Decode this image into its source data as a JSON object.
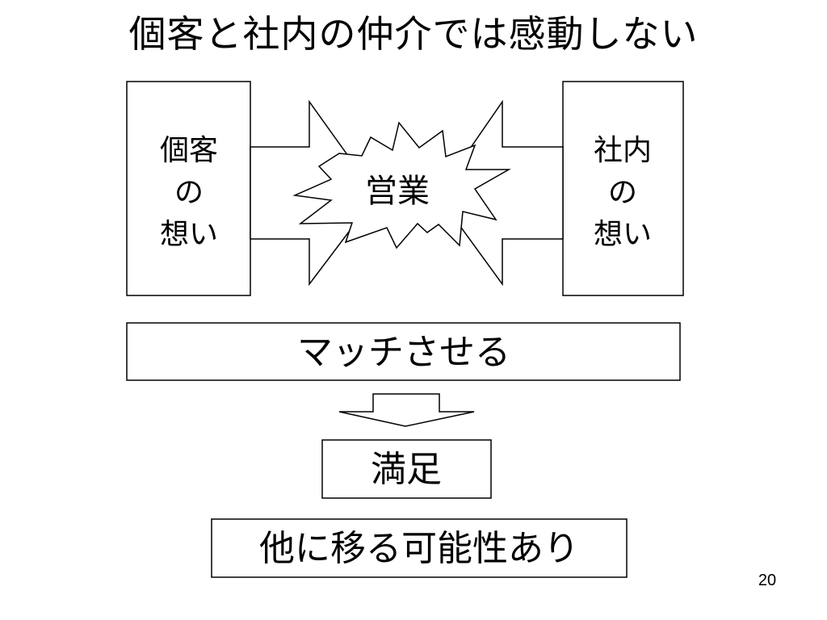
{
  "slide": {
    "title": "個客と社内の仲介では感動しない",
    "page_number": "20"
  },
  "diagram": {
    "left_box": {
      "lines": [
        "個客",
        "の",
        "想い"
      ]
    },
    "right_box": {
      "lines": [
        "社内",
        "の",
        "想い"
      ]
    },
    "center_burst": {
      "label": "営業"
    },
    "match_box": {
      "label": "マッチさせる"
    },
    "result_box": {
      "label": "満足"
    },
    "outcome_box": {
      "label": "他に移る可能性あり"
    }
  }
}
